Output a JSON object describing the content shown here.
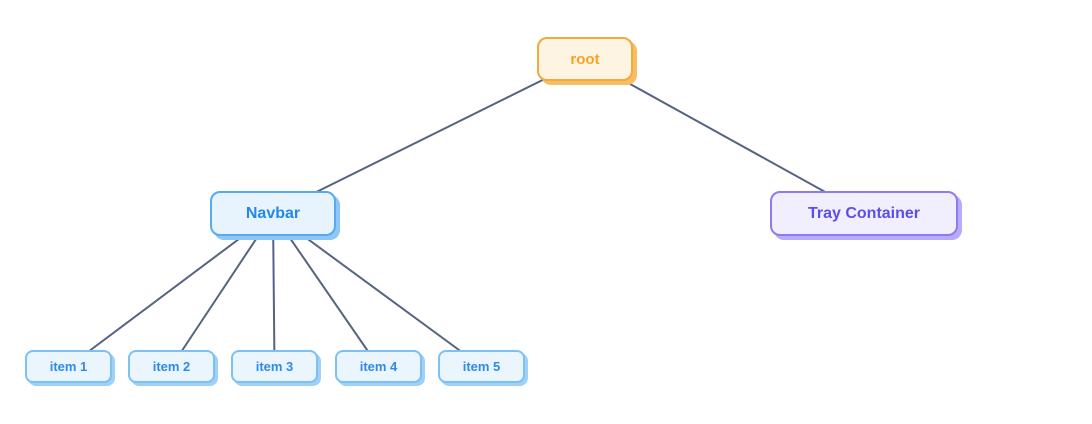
{
  "diagram": {
    "background": "#ffffff",
    "edge_color": "#566482",
    "edge_width": 2,
    "themes": {
      "orange": {
        "bg": "#fdf5e1",
        "border": "#f2a93d",
        "text": "#f5a326",
        "shadow": "#f6bd63"
      },
      "blue": {
        "bg": "#e8f4fd",
        "border": "#55aaf0",
        "text": "#2388e9",
        "shadow": "#8ec7f7"
      },
      "lightblue": {
        "bg": "#eaf5fd",
        "border": "#7cc1f4",
        "text": "#2e8be9",
        "shadow": "#9fd1f8"
      },
      "purple": {
        "bg": "#f1effe",
        "border": "#8b7cf2",
        "text": "#5b4ee9",
        "shadow": "#b7abfa"
      }
    },
    "nodes": [
      {
        "id": "root",
        "label": "root",
        "theme": "orange"
      },
      {
        "id": "navbar",
        "label": "Navbar",
        "theme": "blue"
      },
      {
        "id": "tray",
        "label": "Tray Container",
        "theme": "purple"
      },
      {
        "id": "item1",
        "label": "item 1",
        "theme": "lightblue"
      },
      {
        "id": "item2",
        "label": "item 2",
        "theme": "lightblue"
      },
      {
        "id": "item3",
        "label": "item 3",
        "theme": "lightblue"
      },
      {
        "id": "item4",
        "label": "item 4",
        "theme": "lightblue"
      },
      {
        "id": "item5",
        "label": "item 5",
        "theme": "lightblue"
      }
    ],
    "edges": [
      [
        "root",
        "navbar"
      ],
      [
        "root",
        "tray"
      ],
      [
        "navbar",
        "item1"
      ],
      [
        "navbar",
        "item2"
      ],
      [
        "navbar",
        "item3"
      ],
      [
        "navbar",
        "item4"
      ],
      [
        "navbar",
        "item5"
      ]
    ]
  }
}
